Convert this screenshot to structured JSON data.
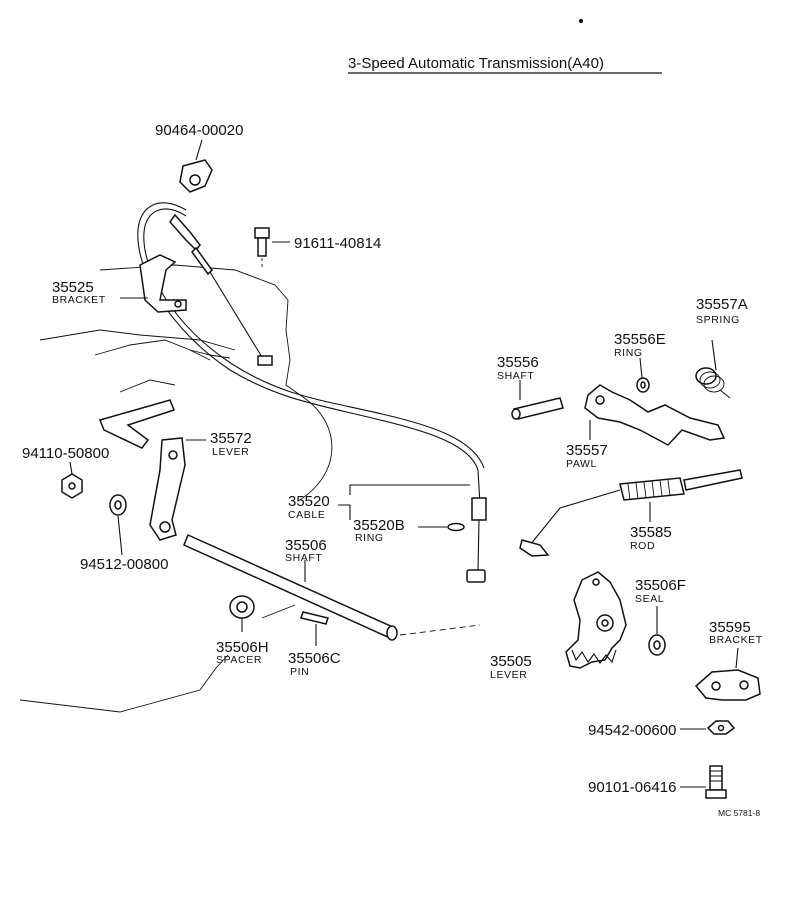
{
  "title": "3-Speed Automatic Transmission(A40)",
  "ref_code": "MC 5781-8",
  "parts": {
    "p90464": {
      "number": "90464-00020"
    },
    "p91611": {
      "number": "91611-40814"
    },
    "p35525": {
      "number": "35525",
      "name": "BRACKET"
    },
    "p35572": {
      "number": "35572",
      "name": "LEVER"
    },
    "p94110": {
      "number": "94110-50800"
    },
    "p94512": {
      "number": "94512-00800"
    },
    "p35520": {
      "number": "35520",
      "name": "CABLE"
    },
    "p35520B": {
      "number": "35520B",
      "name": "RING"
    },
    "p35506": {
      "number": "35506",
      "name": "SHAFT"
    },
    "p35506H": {
      "number": "35506H",
      "name": "SPACER"
    },
    "p35506C": {
      "number": "35506C",
      "name": "PIN"
    },
    "p35556": {
      "number": "35556",
      "name": "SHAFT"
    },
    "p35556E": {
      "number": "35556E",
      "name": "RING"
    },
    "p35557A": {
      "number": "35557A",
      "name": "SPRING"
    },
    "p35557": {
      "number": "35557",
      "name": "PAWL"
    },
    "p35585": {
      "number": "35585",
      "name": "ROD"
    },
    "p35505": {
      "number": "35505",
      "name": "LEVER"
    },
    "p35506F": {
      "number": "35506F",
      "name": "SEAL"
    },
    "p35595": {
      "number": "35595",
      "name": "BRACKET"
    },
    "p94542": {
      "number": "94542-00600"
    },
    "p90101": {
      "number": "90101-06416"
    }
  }
}
